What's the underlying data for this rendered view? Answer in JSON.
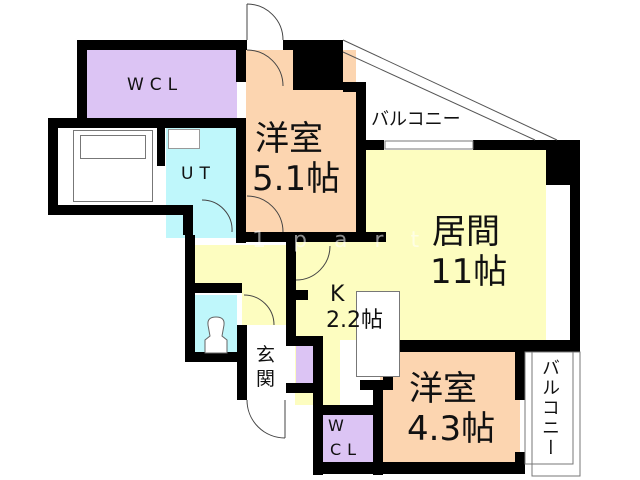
{
  "floorplan": {
    "colors": {
      "wall": "#000000",
      "western_room": "#fcd5b0",
      "living": "#fdfdc0",
      "closet": "#dcc4f4",
      "bath_toilet": "#bff7fb",
      "balcony": "#ffffff"
    },
    "rooms": {
      "wcl_top": {
        "label": "WCL"
      },
      "ut": {
        "label": "UT"
      },
      "western1": {
        "name": "洋室",
        "size": "5.1帖"
      },
      "living": {
        "name": "居間",
        "size": "11帖"
      },
      "kitchen": {
        "name": "K",
        "size": "2.2帖"
      },
      "western2": {
        "name": "洋室",
        "size": "4.3帖"
      },
      "wcl_bottom": {
        "line1": "W",
        "line2": "CL"
      },
      "entrance": {
        "line1": "玄",
        "line2": "関"
      },
      "balcony_top": {
        "label": "バルコニー"
      },
      "balcony_right": {
        "label": "バルコニー"
      }
    },
    "watermark": "1 p a r t"
  }
}
